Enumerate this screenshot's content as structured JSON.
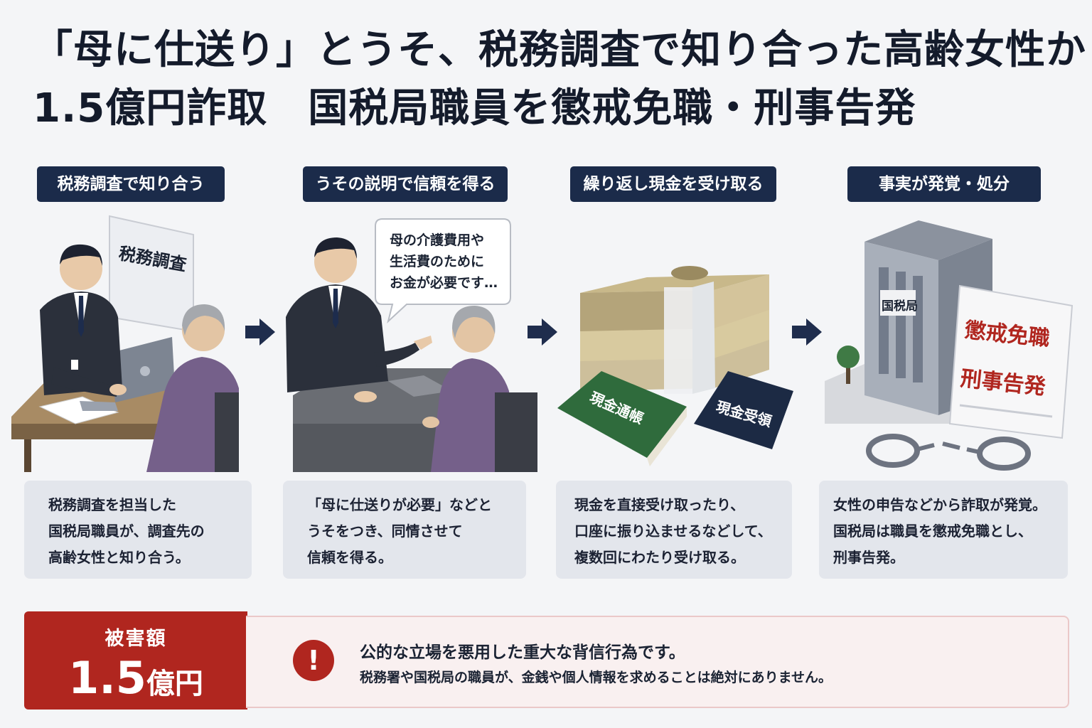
{
  "headline": {
    "line1": "「母に仕送り」とうそ、税務調査で知り合った高齢女性から",
    "line2": "1.5億円詐取　国税局職員を懲戒免職・刑事告発"
  },
  "steps": [
    {
      "tag": "税務調査で知り合う",
      "sign": "税務調査",
      "desc": [
        "税務調査を担当した",
        "国税局職員が、調査先の",
        "高齢女性と知り合う。"
      ]
    },
    {
      "tag": "うその説明で信頼を得る",
      "bubble": [
        "母の介護費用や",
        "生活費のために",
        "お金が必要です…"
      ],
      "desc": [
        "「母に仕送りが必要」などと",
        "うそをつき、同情させて",
        "信頼を得る。"
      ]
    },
    {
      "tag": "繰り返し現金を受け取る",
      "book_green": "現金通帳",
      "book_navy": "現金受領",
      "desc": [
        "現金を直接受け取ったり、",
        "口座に振り込ませるなどして、",
        "複数回にわたり受け取る。"
      ]
    },
    {
      "tag": "事実が発覚・処分",
      "building_sign": "国税局",
      "doc_line1": "懲戒免職",
      "doc_line2": "刑事告発",
      "desc": [
        "女性の申告などから詐取が発覚。",
        "国税局は職員を懲戒免職とし、",
        "刑事告発。"
      ]
    }
  ],
  "damage": {
    "label": "被害額",
    "amount": "1.5",
    "unit": "億円"
  },
  "warning": {
    "icon": "!",
    "main": "公的な立場を悪用した重大な背信行為です。",
    "sub": "税務署や国税局の職員が、金銭や個人情報を求めることは絶対にありません。"
  },
  "colors": {
    "navy": "#1b2b4a",
    "red": "#b0261f",
    "money_green": "#2f6b3c"
  }
}
